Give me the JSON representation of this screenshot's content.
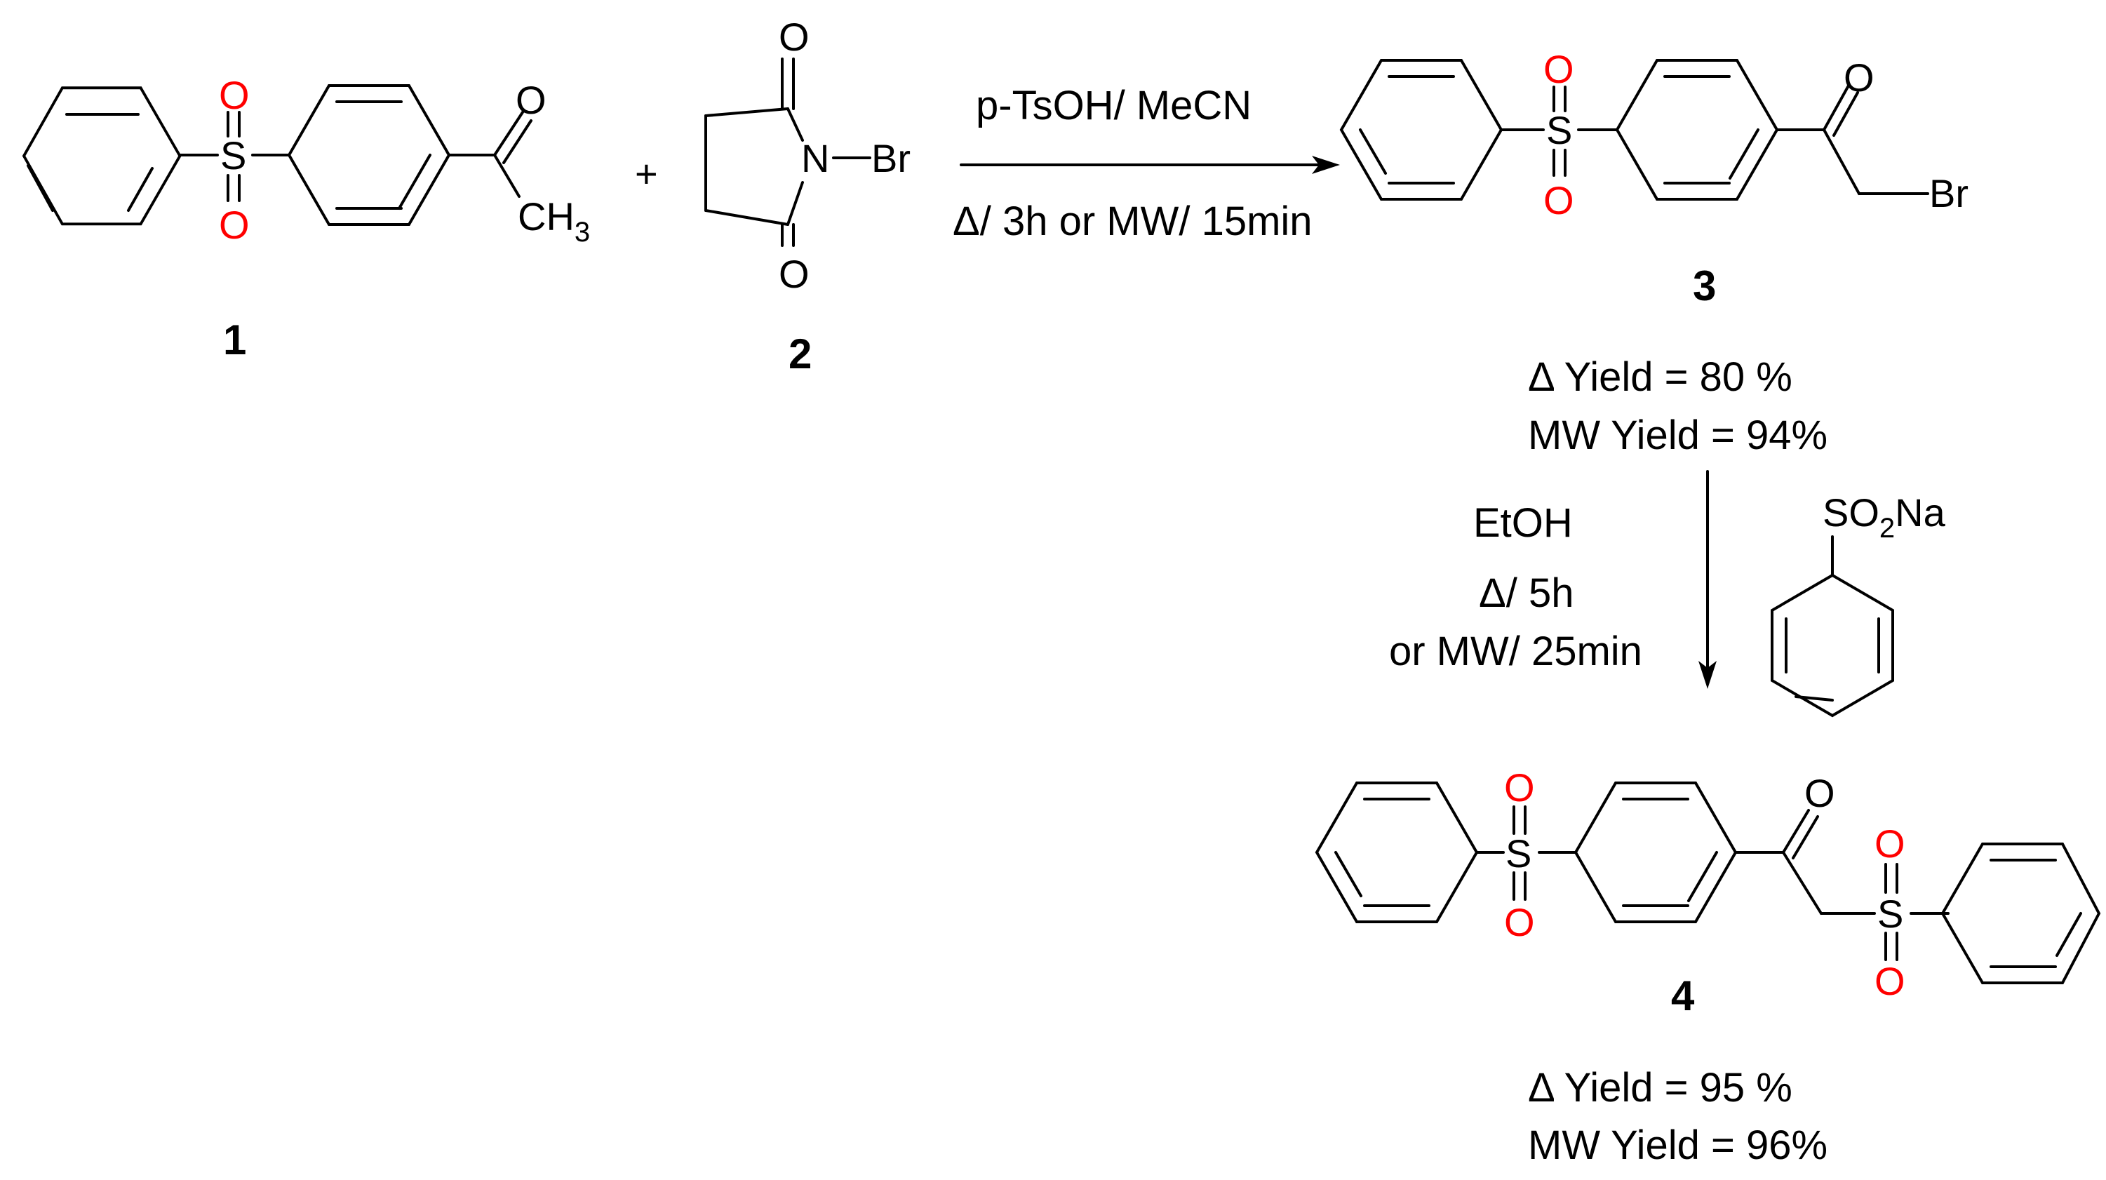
{
  "compounds": {
    "c1": {
      "label": "1",
      "atoms": {
        "s": "S",
        "o_top": "O",
        "o_bottom": "O",
        "o_keto": "O",
        "ch3": "CH",
        "ch3_sub": "3"
      }
    },
    "c2": {
      "label": "2",
      "atoms": {
        "o_top": "O",
        "o_bottom": "O",
        "n": "N",
        "br": "Br"
      }
    },
    "c3": {
      "label": "3",
      "atoms": {
        "s": "S",
        "o_top": "O",
        "o_bottom": "O",
        "o_keto": "O",
        "br": "Br"
      },
      "yield_heat": "Δ Yield = 80 %",
      "yield_mw": "MW Yield = 94%"
    },
    "c4": {
      "label": "4",
      "atoms": {
        "s1": "S",
        "s1_o_top": "O",
        "s1_o_bottom": "O",
        "o_keto": "O",
        "s2": "S",
        "s2_o_top": "O",
        "s2_o_bottom": "O"
      },
      "yield_heat": "Δ Yield = 95 %",
      "yield_mw": "MW Yield = 96%"
    }
  },
  "plus_sign": "+",
  "step1": {
    "reagent": "p-TsOH/ MeCN",
    "conditions": "Δ/ 3h or MW/ 15min"
  },
  "step2": {
    "solvent": "EtOH",
    "conditions_heat": "Δ/ 5h",
    "conditions_mw": "or MW/ 25min",
    "reagent": {
      "so2": "SO",
      "sub": "2",
      "na": "Na"
    }
  },
  "colors": {
    "oxygen": "#ff0000",
    "bond": "#000000"
  }
}
